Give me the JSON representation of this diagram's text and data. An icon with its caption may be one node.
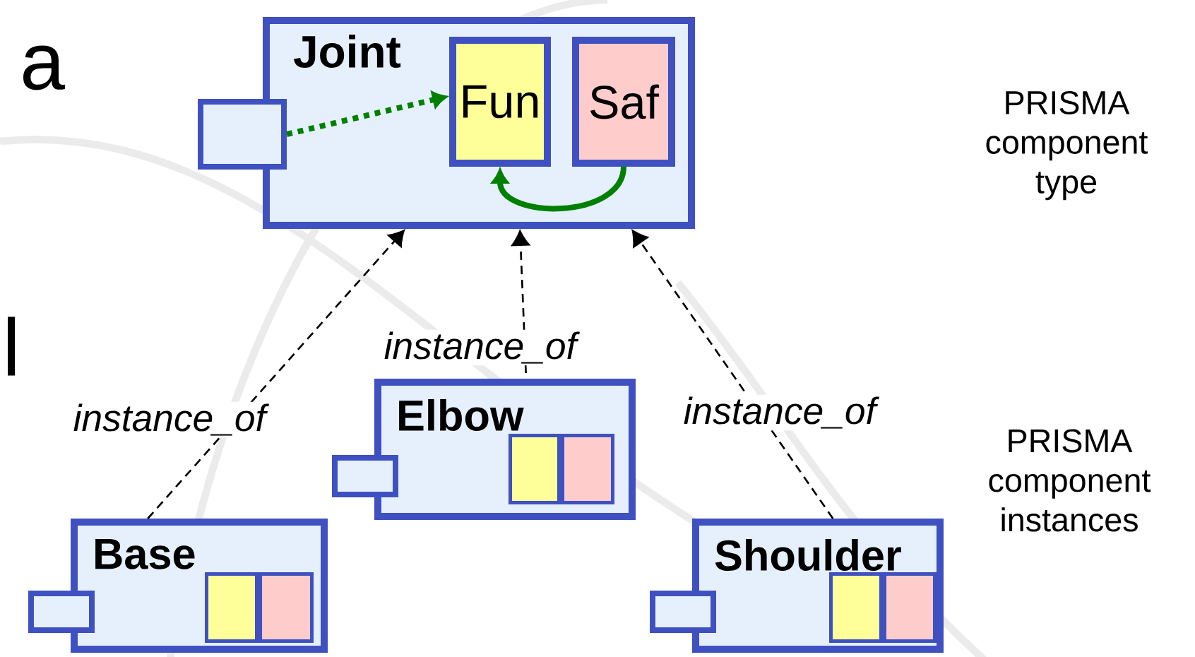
{
  "diagram": {
    "nodes": [
      {
        "text": [
          "Joint"
        ]
      },
      {
        "text": [],
        "shape": "box"
      },
      {
        "text": [
          "Fun"
        ],
        "in": 0
      },
      {
        "text": [
          "Saf"
        ],
        "in": 0
      },
      {
        "text": [
          "Elbow"
        ]
      },
      {
        "text": [],
        "shape": "box"
      },
      {
        "text": [],
        "shape": "box",
        "in": 4
      },
      {
        "text": [],
        "shape": "box",
        "in": 4
      },
      {
        "text": [
          "Base"
        ]
      },
      {
        "text": [],
        "shape": "box"
      },
      {
        "text": [],
        "shape": "box",
        "in": 8
      },
      {
        "text": [],
        "shape": "box",
        "in": 8
      },
      {
        "text": [
          "Shoulder"
        ]
      },
      {
        "text": [],
        "shape": "box"
      },
      {
        "text": [],
        "shape": "box",
        "in": 12
      },
      {
        "text": [],
        "shape": "box",
        "in": 12
      }
    ],
    "edges": [
      {
        "from": 1,
        "to": 2,
        "arrow": "to",
        "style": "dashed",
        "color": "#008000"
      },
      {
        "from": 3,
        "to": 2,
        "arrow": "to",
        "style": "thick",
        "color": "#008000"
      },
      {
        "from": 8,
        "to": 0,
        "arrow": "to",
        "style": "dashed",
        "label": "instance_of"
      },
      {
        "from": 4,
        "to": 0,
        "arrow": "to",
        "style": "dashed",
        "label": "instance_of"
      },
      {
        "from": 12,
        "to": 0,
        "arrow": "to",
        "style": "dashed",
        "label": "instance_of"
      }
    ],
    "labels": [
      "a",
      "l",
      "PRISMA component type",
      "PRISMA component instances"
    ]
  }
}
